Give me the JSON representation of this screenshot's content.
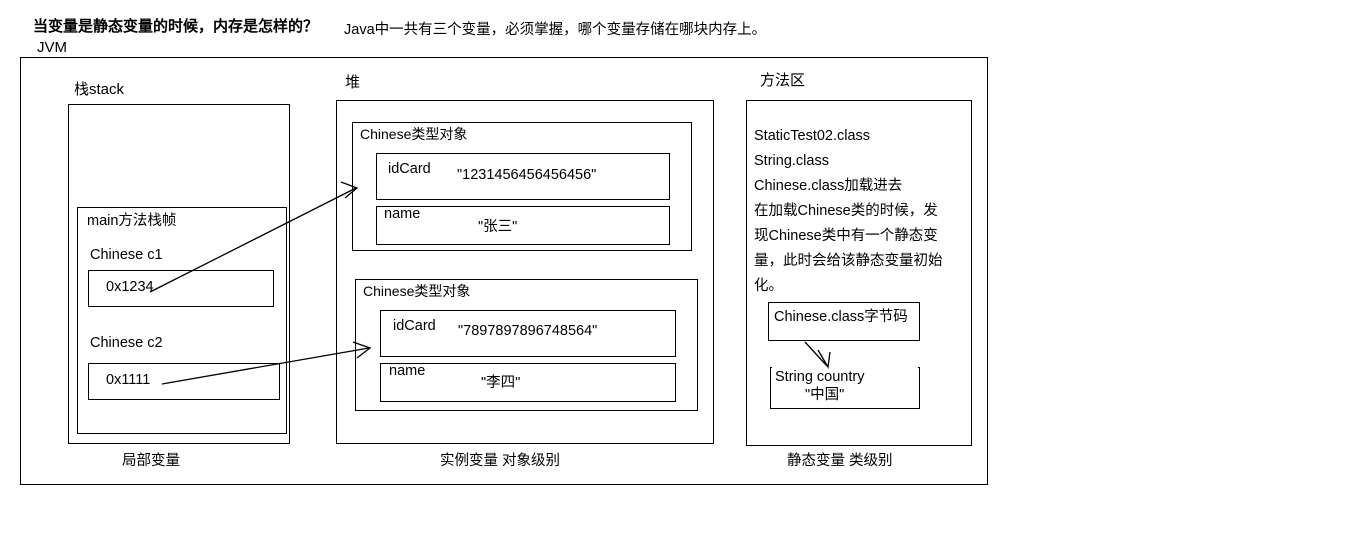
{
  "header": {
    "title": "当变量是静态变量的时候，内存是怎样的？",
    "subtitle": "JVM",
    "note": "Java中一共有三个变量，必须掌握，哪个变量存储在哪块内存上。"
  },
  "regions": {
    "stack_label": "栈stack",
    "heap_label": "堆",
    "method_label": "方法区"
  },
  "captions": {
    "local": "局部变量",
    "instance": "实例变量   对象级别",
    "static": "静态变量   类级别"
  },
  "stack": {
    "frame_label": "main方法栈帧",
    "variables": [
      {
        "declaration": "Chinese c1",
        "value": "0x1234"
      },
      {
        "declaration": "Chinese c2",
        "value": "0x1111"
      }
    ]
  },
  "heap": {
    "objects": [
      {
        "title": "Chinese类型对象",
        "fields": [
          {
            "name": "idCard",
            "value": "\"1231456456456456\""
          },
          {
            "name": "name",
            "value": "\"张三\""
          }
        ]
      },
      {
        "title": "Chinese类型对象",
        "fields": [
          {
            "name": "idCard",
            "value": "\"7897897896748564\""
          },
          {
            "name": "name",
            "value": "\"李四\""
          }
        ]
      }
    ]
  },
  "method_area": {
    "lines": [
      "StaticTest02.class",
      "String.class",
      "Chinese.class加载进去",
      "在加载Chinese类的时候，发",
      "现Chinese类中有一个静态变",
      "量，此时会给该静态变量初始",
      "化。"
    ],
    "bytecode_box": "Chinese.class字节码",
    "static_var": {
      "declaration": "String country",
      "value": "\"中国\""
    }
  },
  "colors": {
    "stroke": "#000000",
    "background": "#ffffff"
  }
}
